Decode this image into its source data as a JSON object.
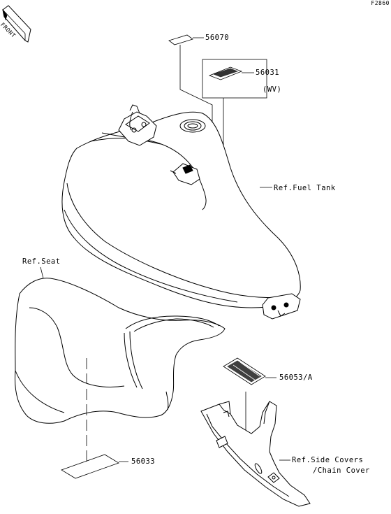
{
  "figure_code": "F2860",
  "front_badge": "FRONT",
  "parts": [
    {
      "id": "56070",
      "label": "56070"
    },
    {
      "id": "56031",
      "label": "56031",
      "note": "(WV)"
    },
    {
      "id": "56053",
      "label": "56053/A"
    },
    {
      "id": "56033",
      "label": "56033"
    }
  ],
  "references": {
    "fuel_tank": "Ref.Fuel Tank",
    "seat": "Ref.Seat",
    "side_covers_line1": "Ref.Side Covers",
    "side_covers_line2": "/Chain Cover"
  }
}
